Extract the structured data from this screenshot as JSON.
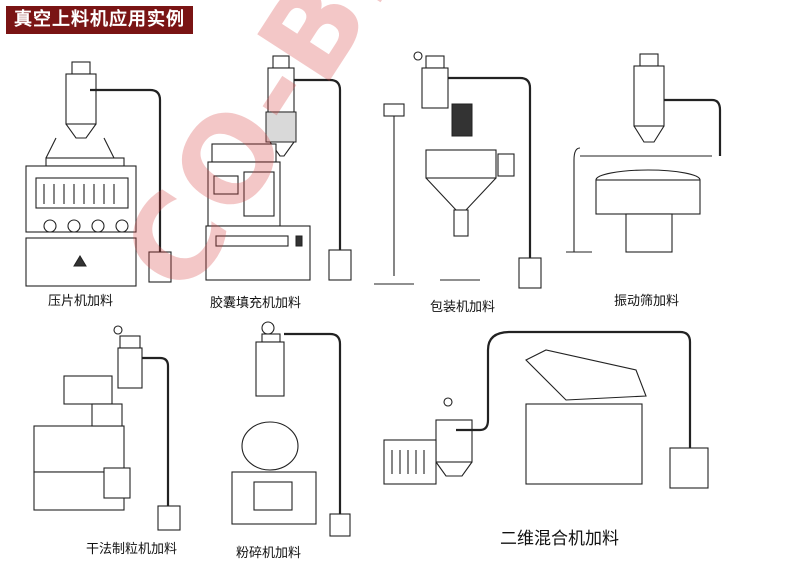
{
  "title": "真空上料机应用实例",
  "watermark": "CO-BEI",
  "applications": [
    {
      "label": "压片机加料"
    },
    {
      "label": "胶囊填充机加料"
    },
    {
      "label": "包装机加料"
    },
    {
      "label": "振动筛加料"
    },
    {
      "label": "干法制粒机加料"
    },
    {
      "label": "粉碎机加料"
    },
    {
      "label": "二维混合机加料"
    }
  ]
}
